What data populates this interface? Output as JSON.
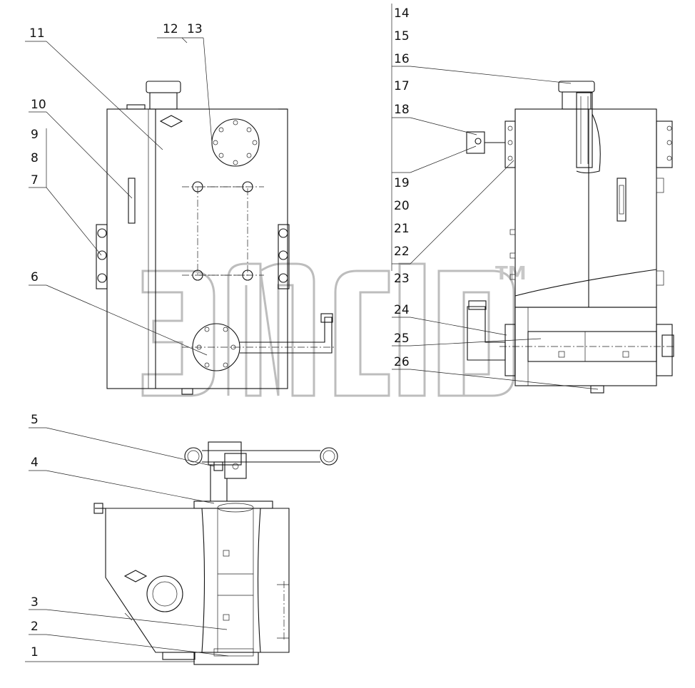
{
  "labels": {
    "l1": "1",
    "l2": "2",
    "l3": "3",
    "l4": "4",
    "l5": "5",
    "l6": "6",
    "l7": "7",
    "l8": "8",
    "l9": "9",
    "l10": "10",
    "l11": "11",
    "l12": "12",
    "l13": "13",
    "l14": "14",
    "l15": "15",
    "l16": "16",
    "l17": "17",
    "l18": "18",
    "l19": "19",
    "l20": "20",
    "l21": "21",
    "l22": "22",
    "l23": "23",
    "l24": "24",
    "l25": "25",
    "l26": "26"
  },
  "watermark": {
    "tm": "TM"
  }
}
